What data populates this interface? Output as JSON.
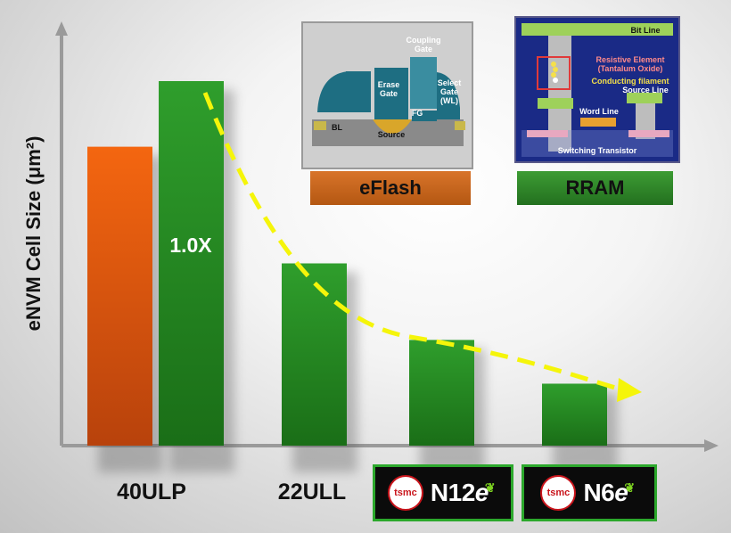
{
  "chart_data": {
    "type": "bar",
    "ylabel": "eNVM Cell Size (μm²)",
    "xlabel": "",
    "title": "",
    "ylim": [
      0,
      1.1
    ],
    "grid": false,
    "bars": [
      {
        "group": "40ULP",
        "value": 0.82,
        "color": "#e8580e"
      },
      {
        "group": "40ULP",
        "value": 1.0,
        "color": "#1f8a1f",
        "label": "1.0X"
      },
      {
        "group": "22ULL",
        "value": 0.5,
        "color": "#1f8a1f"
      },
      {
        "group": "N12e",
        "value": 0.29,
        "color": "#1f8a1f"
      },
      {
        "group": "N6e",
        "value": 0.17,
        "color": "#1f8a1f"
      }
    ],
    "categories": [
      "40ULP",
      "22ULL",
      "N12e",
      "N6e"
    ],
    "annotation": "1.0X",
    "trend_arrow": {
      "color": "#f5f50a",
      "style": "dashed"
    }
  },
  "labels": {
    "ylabel": "eNVM Cell Size (μm²)",
    "bar_label": "1.0X",
    "cat_40ulp": "40ULP",
    "cat_22ull": "22ULL",
    "n12_badge": {
      "logo": "tsmc",
      "name": "N12",
      "e": "e"
    },
    "n6_badge": {
      "logo": "tsmc",
      "name": "N6",
      "e": "e"
    }
  },
  "eflash": {
    "tag": "eFlash",
    "coupling_gate": "Coupling Gate",
    "erase_gate": "Erase Gate",
    "select_gate": "Select Gate (WL)",
    "fg": "FG",
    "bl": "BL",
    "source": "Source"
  },
  "rram": {
    "tag": "RRAM",
    "bit_line": "Bit Line",
    "resistive_element": "Resistive Element",
    "tantalum_oxide": "(Tantalum Oxide)",
    "conducting_filament": "Conducting filament",
    "source_line": "Source Line",
    "word_line": "Word Line",
    "switching_transistor": "Switching Transistor"
  },
  "colors": {
    "green": "#1f8a1f",
    "orange": "#e8580e",
    "arrow": "#f5f50a"
  }
}
